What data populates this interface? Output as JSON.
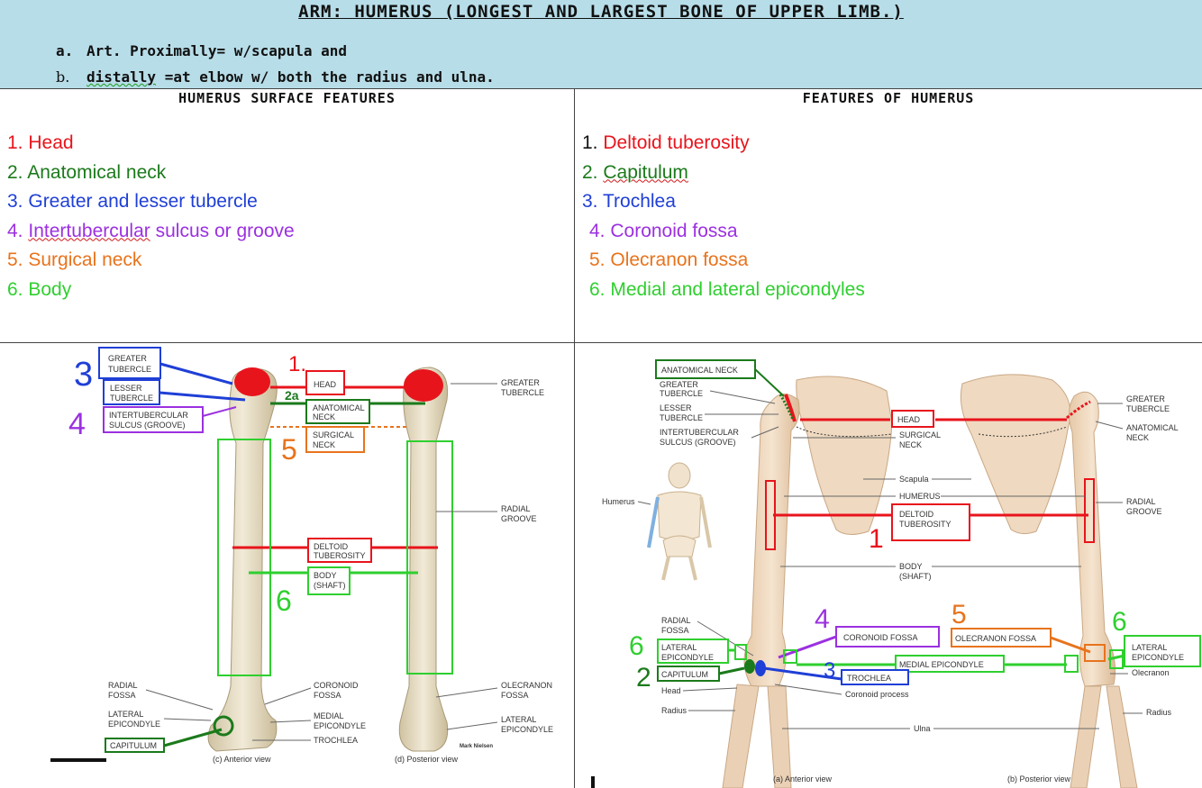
{
  "header": {
    "title": "ARM: HUMERUS (LONGEST AND LARGEST BONE OF UPPER LIMB.)",
    "line_a_marker": "a.",
    "line_a": "Art. Proximally= w/scapula and",
    "line_b_marker": "b.",
    "line_b_word": "distally",
    "line_b_rest": " =at elbow w/ both the radius and ulna."
  },
  "table": {
    "left_heading": "HUMERUS SURFACE FEATURES",
    "right_heading": "FEATURES OF HUMERUS",
    "left_items": [
      {
        "num": "1.",
        "text": "Head"
      },
      {
        "num": "2.",
        "text": "Anatomical neck"
      },
      {
        "num": "3.",
        "text": "Greater and lesser tubercle"
      },
      {
        "num": "4.",
        "text_underlined": "Intertubercular",
        "text": " sulcus or groove"
      },
      {
        "num": "5.",
        "text": "Surgical neck"
      },
      {
        "num": "6.",
        "text": "Body"
      }
    ],
    "right_items": [
      {
        "num": "1.",
        "text": "Deltoid tuberosity"
      },
      {
        "num": "2.",
        "text": "Capitulum"
      },
      {
        "num": "3.",
        "text": "Trochlea"
      },
      {
        "num": "4.",
        "text": "Coronoid fossa"
      },
      {
        "num": "5.",
        "text": "Olecranon fossa"
      },
      {
        "num": "6.",
        "text": "Medial and lateral epicondyles"
      }
    ]
  },
  "figure_left": {
    "labels": {
      "greater_tubercle": [
        "GREATER",
        "TUBERCLE"
      ],
      "lesser_tubercle": [
        "LESSER",
        "TUBERCLE"
      ],
      "intertubercular": [
        "INTERTUBERCULAR",
        "SULCUS (GROOVE)"
      ],
      "head": "HEAD",
      "anatomical_neck": [
        "ANATOMICAL",
        "NECK"
      ],
      "surgical_neck": [
        "SURGICAL",
        "NECK"
      ],
      "greater_tubercle_post": [
        "GREATER",
        "TUBERCLE"
      ],
      "radial_groove": [
        "RADIAL",
        "GROOVE"
      ],
      "deltoid_tuberosity": [
        "DELTOID",
        "TUBEROSITY"
      ],
      "body_shaft": [
        "BODY",
        "(SHAFT)"
      ],
      "radial_fossa": [
        "RADIAL",
        "FOSSA"
      ],
      "lateral_epicondyle": [
        "LATERAL",
        "EPICONDYLE"
      ],
      "capitulum": "CAPITULUM",
      "coronoid_fossa": [
        "CORONOID",
        "FOSSA"
      ],
      "medial_epicondyle": [
        "MEDIAL",
        "EPICONDYLE"
      ],
      "trochlea": "TROCHLEA",
      "olecranon_fossa": [
        "OLECRANON",
        "FOSSA"
      ],
      "lateral_epicondyle_post": [
        "LATERAL",
        "EPICONDYLE"
      ],
      "anterior_view": "(c) Anterior view",
      "posterior_view": "(d) Posterior view",
      "credit": "Mark Nielsen"
    },
    "annotations": {
      "n3": "3",
      "n4": "4",
      "n1": "1.",
      "n2a": "2a",
      "n5": "5",
      "n6": "6"
    }
  },
  "figure_right": {
    "labels": {
      "anatomical_neck": "ANATOMICAL NECK",
      "greater_tubercle": [
        "GREATER",
        "TUBERCLE"
      ],
      "lesser_tubercle": [
        "LESSER",
        "TUBERCLE"
      ],
      "intertubercular": [
        "INTERTUBERCULAR",
        "SULCUS (GROOVE)"
      ],
      "head": "HEAD",
      "surgical_neck": [
        "SURGICAL",
        "NECK"
      ],
      "scapula": "Scapula",
      "humerus_center": "HUMERUS",
      "humerus_side": "Humerus",
      "deltoid_tuberosity": [
        "DELTOID",
        "TUBEROSITY"
      ],
      "body_shaft": [
        "BODY",
        "(SHAFT)"
      ],
      "greater_tubercle_post": [
        "GREATER",
        "TUBERCLE"
      ],
      "anatomical_neck_post": [
        "ANATOMICAL",
        "NECK"
      ],
      "radial_groove": [
        "RADIAL",
        "GROOVE"
      ],
      "radial_fossa": [
        "RADIAL",
        "FOSSA"
      ],
      "lateral_epicondyle": [
        "LATERAL",
        "EPICONDYLE"
      ],
      "capitulum": "CAPITULUM",
      "head_small": "Head",
      "radius": "Radius",
      "coronoid_fossa": "CORONOID FOSSA",
      "olecranon_fossa": "OLECRANON FOSSA",
      "medial_epicondyle": "MEDIAL EPICONDYLE",
      "trochlea": "TROCHLEA",
      "coronoid_process": "Coronoid process",
      "ulna": "Ulna",
      "lateral_epicondyle_post": [
        "LATERAL",
        "EPICONDYLE"
      ],
      "olecranon": "Olecranon",
      "radius_post": "Radius",
      "anterior_view": "(a) Anterior view",
      "posterior_view": "(b) Posterior view"
    },
    "annotations": {
      "n1": "1",
      "n4": "4",
      "n5": "5",
      "n6a": "6",
      "n6b": "6",
      "n2": "2",
      "n3": "3"
    }
  },
  "colors": {
    "red": "#e8141c",
    "dark_green": "#1b7a1b",
    "blue": "#1f3fd6",
    "purple": "#9b30e0",
    "orange": "#e8731c",
    "light_green": "#2fcf2f",
    "header_band": "#b7dde8"
  }
}
